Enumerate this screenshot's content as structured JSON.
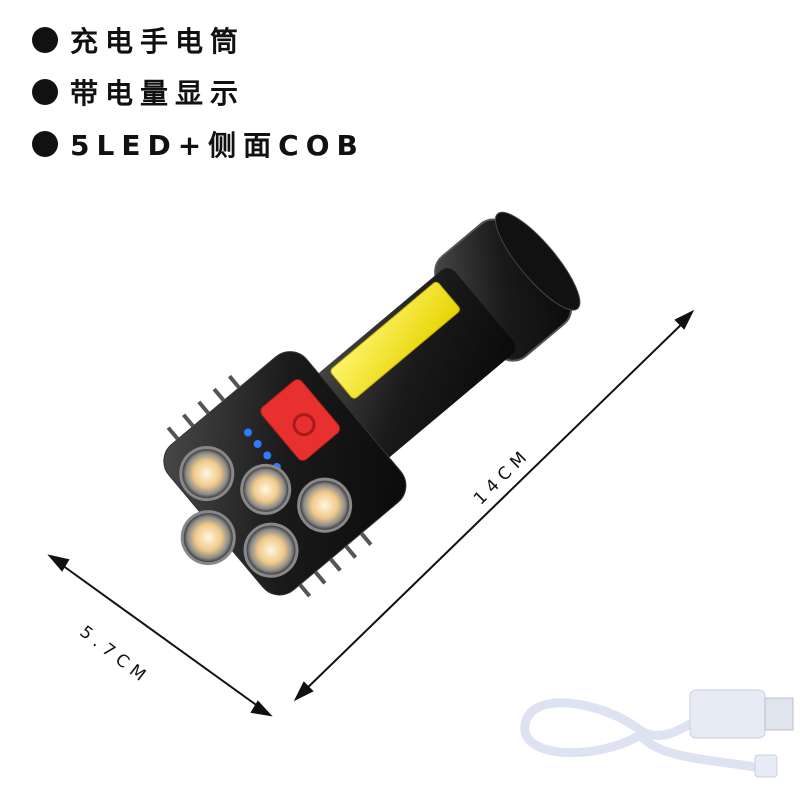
{
  "features": [
    {
      "label": "充电手电筒"
    },
    {
      "label": "带电量显示"
    },
    {
      "label": "5LED+侧面COB"
    }
  ],
  "dimensions": {
    "length": "14CM",
    "width": "5.7CM"
  },
  "product": {
    "name": "flashlight",
    "led_count": 5,
    "battery_indicator_dots": 4,
    "colors": {
      "body": "#1a1a1a",
      "cob_panel": "#f2e600",
      "switch": "#e8312f",
      "indicator": "#2f7bff",
      "led": "#f4d9a6"
    }
  },
  "accessory": {
    "name": "usb-cable",
    "color": "#e6ebf5"
  }
}
